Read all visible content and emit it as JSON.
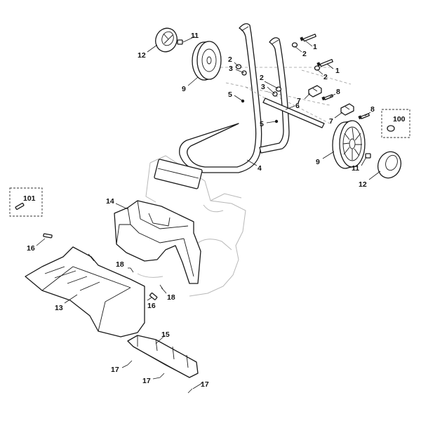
{
  "callouts": [
    {
      "id": "c1a",
      "text": "1"
    },
    {
      "id": "c1b",
      "text": "1"
    },
    {
      "id": "c2a",
      "text": "2"
    },
    {
      "id": "c2b",
      "text": "2"
    },
    {
      "id": "c2c",
      "text": "2"
    },
    {
      "id": "c2d",
      "text": "2"
    },
    {
      "id": "c3a",
      "text": "3"
    },
    {
      "id": "c3b",
      "text": "3"
    },
    {
      "id": "c4",
      "text": "4"
    },
    {
      "id": "c5a",
      "text": "5"
    },
    {
      "id": "c5b",
      "text": "5"
    },
    {
      "id": "c6",
      "text": "6"
    },
    {
      "id": "c7a",
      "text": "7"
    },
    {
      "id": "c7b",
      "text": "7"
    },
    {
      "id": "c8a",
      "text": "8"
    },
    {
      "id": "c8b",
      "text": "8"
    },
    {
      "id": "c9a",
      "text": "9"
    },
    {
      "id": "c9b",
      "text": "9"
    },
    {
      "id": "c11a",
      "text": "11"
    },
    {
      "id": "c11b",
      "text": "11"
    },
    {
      "id": "c12a",
      "text": "12"
    },
    {
      "id": "c12b",
      "text": "12"
    },
    {
      "id": "c13",
      "text": "13"
    },
    {
      "id": "c14",
      "text": "14"
    },
    {
      "id": "c15",
      "text": "15"
    },
    {
      "id": "c16a",
      "text": "16"
    },
    {
      "id": "c16b",
      "text": "16"
    },
    {
      "id": "c17a",
      "text": "17"
    },
    {
      "id": "c17b",
      "text": "17"
    },
    {
      "id": "c17c",
      "text": "17"
    },
    {
      "id": "c18a",
      "text": "18"
    },
    {
      "id": "c18b",
      "text": "18"
    },
    {
      "id": "c100",
      "text": "100"
    },
    {
      "id": "c101",
      "text": "101"
    }
  ]
}
